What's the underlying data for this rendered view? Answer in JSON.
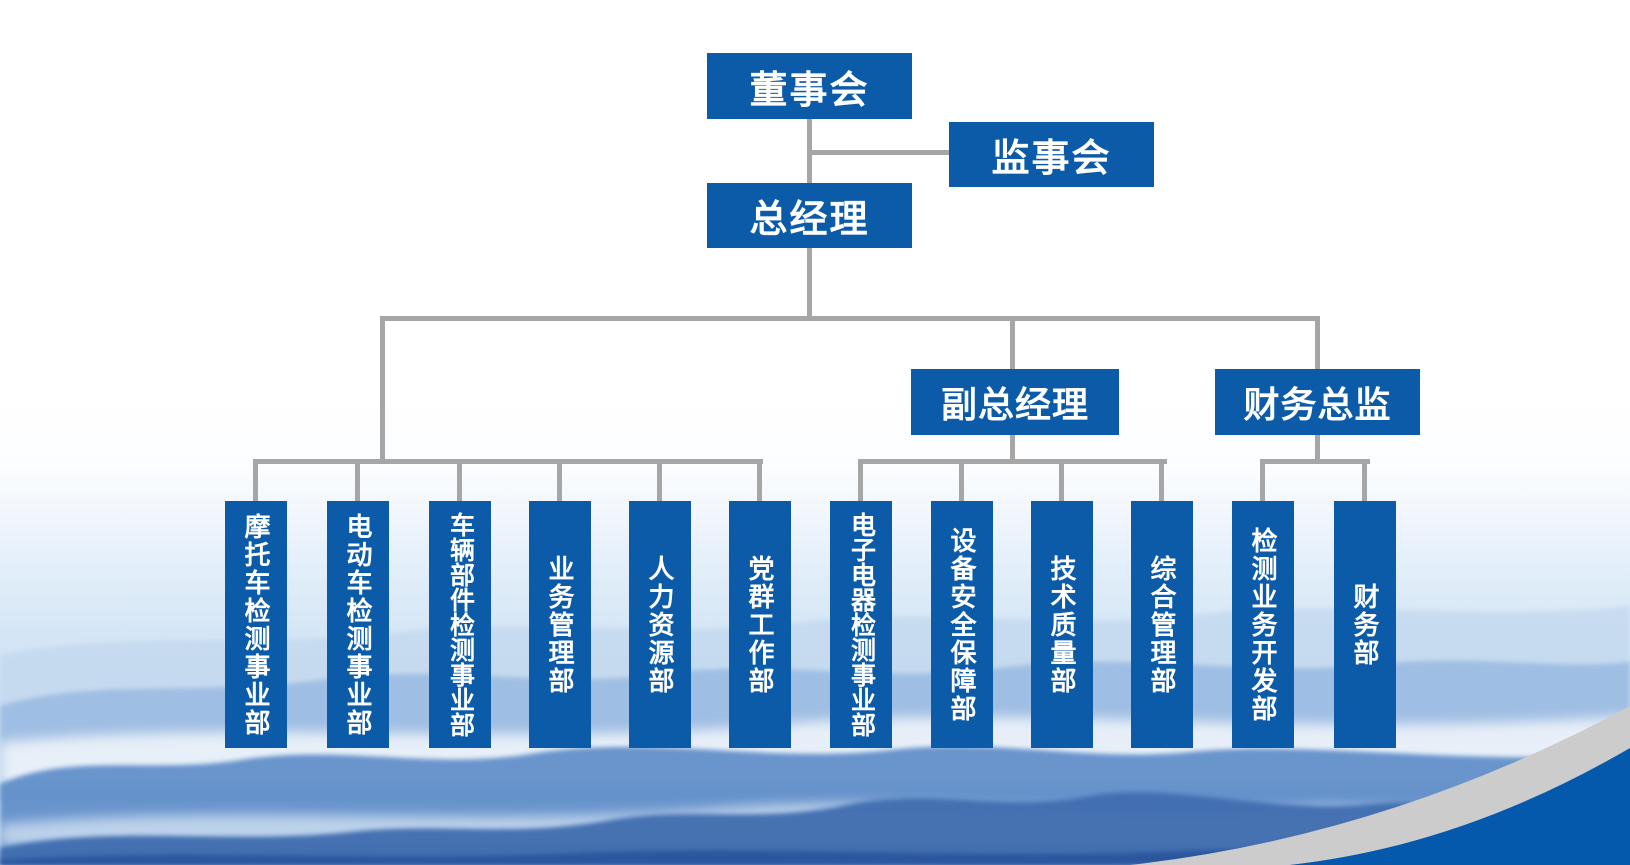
{
  "title_nodes": {
    "board": "董事会",
    "supervisory": "监事会",
    "general_manager": "总经理",
    "deputy_general_manager": "副总经理",
    "finance_director": "财务总监"
  },
  "groups": {
    "gm_direct": [
      "摩托车检测事业部",
      "电动车检测事业部",
      "车辆部件检测事业部",
      "业务管理部",
      "人力资源部",
      "党群工作部"
    ],
    "deputy_gm": [
      "电子电器检测事业部",
      "设备安全保障部",
      "技术质量部",
      "综合管理部"
    ],
    "finance_director": [
      "检测业务开发部",
      "财务部"
    ]
  },
  "colors": {
    "node_blue": "#0b5ba9",
    "connector_gray": "#a6a6a6",
    "mountain_blue_light": "#9bbce2",
    "mountain_blue_mid": "#6490ca",
    "mountain_blue_dark": "#2a579e",
    "ribbon_gray": "#cccccd",
    "ribbon_blue": "#0459ac"
  }
}
